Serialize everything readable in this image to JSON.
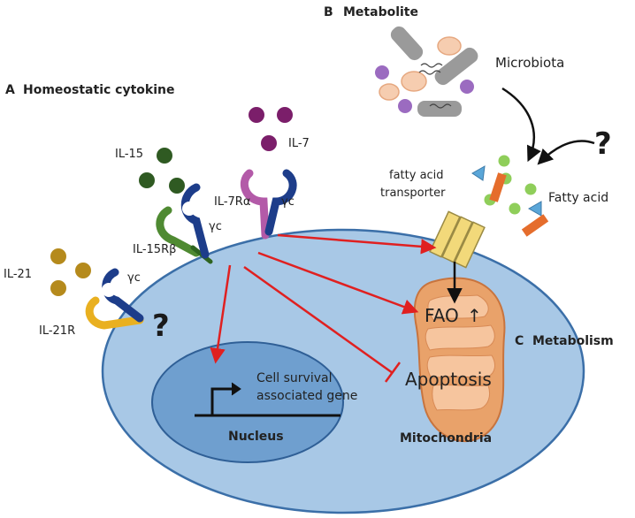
{
  "sections": {
    "a": {
      "letter": "A",
      "title": "Homeostatic cytokine"
    },
    "b": {
      "letter": "B",
      "title": "Metabolite"
    },
    "c": {
      "letter": "C",
      "title": "Metabolism"
    }
  },
  "labels": {
    "il15": "IL-15",
    "il7": "IL-7",
    "il21": "IL-21",
    "il7ra": "IL-7Rα",
    "gamma_c": "γc",
    "il15rb": "IL-15Rβ",
    "il21r": "IL-21R",
    "microbiota": "Microbiota",
    "fatty_acid": "Fatty acid",
    "transporter_line1": "fatty acid",
    "transporter_line2": "transporter",
    "fao": "FAO",
    "fao_arrow": "↑",
    "apoptosis": "Apoptosis",
    "gene_line1": "Cell survival",
    "gene_line2": "associated gene",
    "nucleus": "Nucleus",
    "mitochondria": "Mitochondria",
    "unknown": "?"
  },
  "colors": {
    "cell_fill": "#a8c8e6",
    "cell_stroke": "#3b6fa8",
    "nucleus_fill": "#6f9fcf",
    "il15_dots": "#2f5a22",
    "il7_dots": "#7b1e6a",
    "il21_dots": "#b58a1c",
    "il15rb_receptor": "#4f8a32",
    "il7ra_receptor": "#b35aa8",
    "il21r_receptor": "#e9b020",
    "gamma_c_receptor": "#1d3d8a",
    "transporter": "#f2d97a",
    "mitochondria": "#e9a26a",
    "signal_arrow": "#e02020",
    "fatty_acid_circle": "#8fce5a",
    "fatty_acid_triangle": "#5aa6d8",
    "fatty_acid_bar": "#e56d2c"
  }
}
